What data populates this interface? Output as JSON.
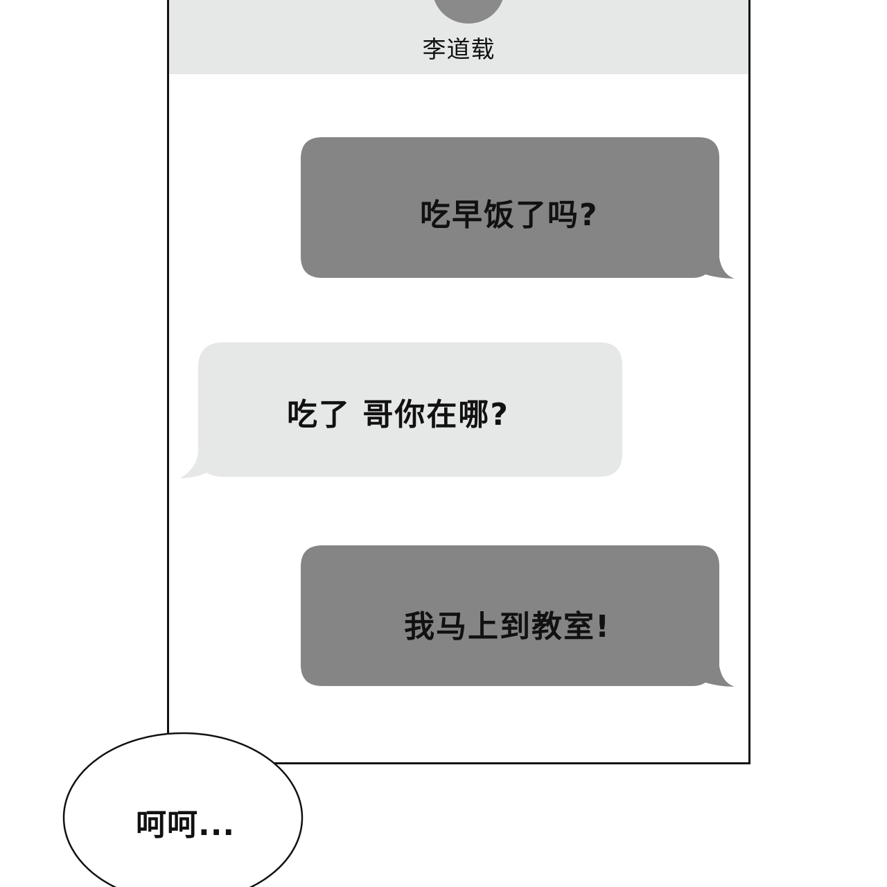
{
  "header": {
    "contact_name": "李道载"
  },
  "messages": [
    {
      "side": "outgoing",
      "text": "吃早饭了吗?"
    },
    {
      "side": "incoming",
      "text": "吃了 哥你在哪?"
    },
    {
      "side": "outgoing",
      "text": "我马上到教室!"
    }
  ],
  "speech_balloon": {
    "text": "呵呵..."
  },
  "colors": {
    "header_bg": "#e6e7e7",
    "outgoing_bubble": "#858585",
    "incoming_bubble": "#e6e7e7",
    "avatar": "#8a8a8a",
    "frame": "#111111"
  }
}
